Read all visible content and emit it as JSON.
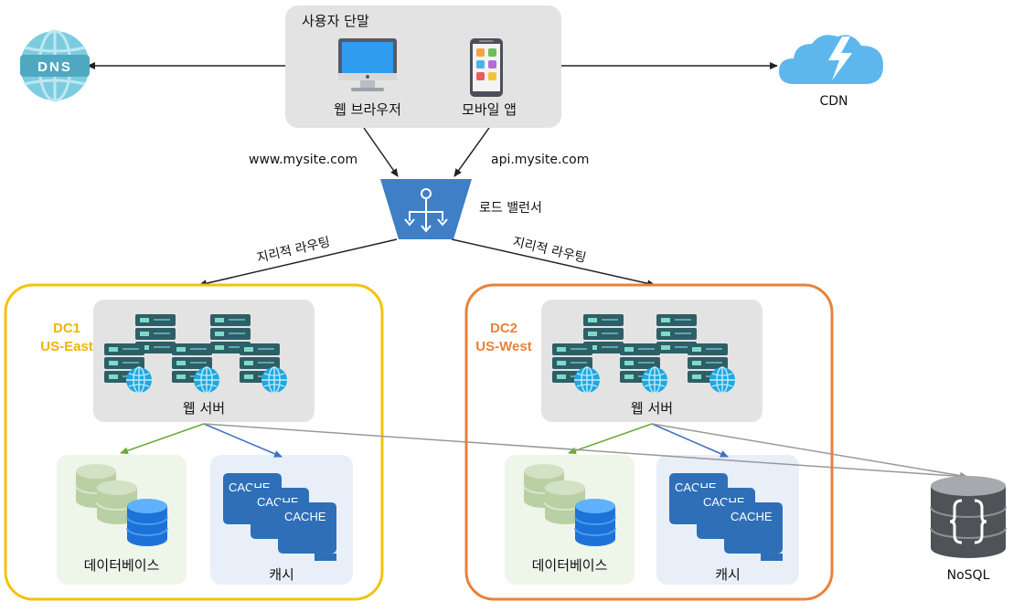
{
  "user_devices": {
    "title": "사용자 단말",
    "web_browser": "웹 브라우저",
    "mobile_app": "모바일 앱"
  },
  "dns": {
    "label": "DNS"
  },
  "cdn": {
    "label": "CDN"
  },
  "links": {
    "web_domain": "www.mysite.com",
    "api_domain": "api.mysite.com",
    "geo_routing_left": "지리적 라우팅",
    "geo_routing_right": "지리적 라우팅"
  },
  "load_balancer": {
    "label": "로드 밸런서"
  },
  "dc1": {
    "name": "DC1",
    "region": "US-East",
    "web_servers": "웹  서버",
    "database": "데이터베이스",
    "cache": "캐시",
    "cache_items": [
      "CACHE",
      "CACHE",
      "CACHE"
    ]
  },
  "dc2": {
    "name": "DC2",
    "region": "US-West",
    "web_servers": "웹  서버",
    "database": "데이터베이스",
    "cache": "캐시",
    "cache_items": [
      "CACHE",
      "CACHE",
      "CACHE"
    ]
  },
  "nosql": {
    "label": "NoSQL"
  },
  "colors": {
    "dc1_border": "#F4C20D",
    "dc1_text": "#F0B400",
    "dc2_border": "#E8823A",
    "dc2_text": "#E8823A",
    "panel_gray": "#E3E3E3",
    "db_panel": "#EEF5E9",
    "cache_panel": "#E9EFF8",
    "cache_blue": "#2F6FB8",
    "lb_blue": "#3E7FC6",
    "green_arrow": "#6AAA3A",
    "blue_arrow": "#4070C0"
  }
}
